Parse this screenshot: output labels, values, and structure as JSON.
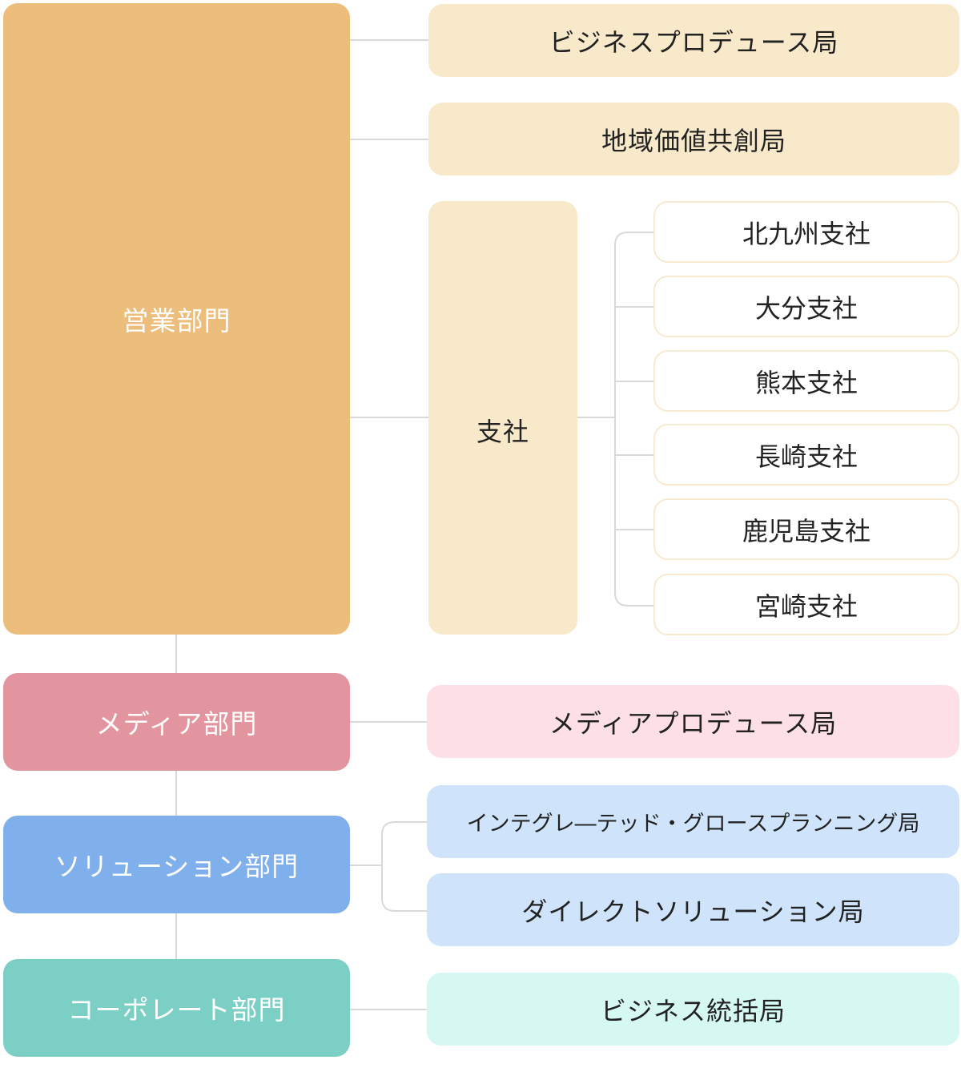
{
  "colors": {
    "sales": "#edbd7b",
    "sales_light": "#f8e9ca",
    "media": "#e2959f",
    "media_light": "#fde0e5",
    "solution": "#7fb0ec",
    "solution_light": "#cfe4fa",
    "corporate": "#7ccfc4",
    "corporate_light": "#d6f8f2",
    "connector": "#d9d9d9"
  },
  "sales": {
    "label": "営業部門",
    "units": {
      "business_produce": "ビジネスプロデュース局",
      "regional": "地域価値共創局"
    },
    "branch": {
      "label": "支社",
      "offices": [
        "北九州支社",
        "大分支社",
        "熊本支社",
        "長崎支社",
        "鹿児島支社",
        "宮崎支社"
      ]
    }
  },
  "media": {
    "label": "メディア部門",
    "units": [
      "メディアプロデュース局"
    ]
  },
  "solution": {
    "label": "ソリューション部門",
    "units": [
      "インテグレ―テッド・グロースプランニング局",
      "ダイレクトソリューション局"
    ]
  },
  "corporate": {
    "label": "コーポレート部門",
    "units": [
      "ビジネス統括局"
    ]
  }
}
